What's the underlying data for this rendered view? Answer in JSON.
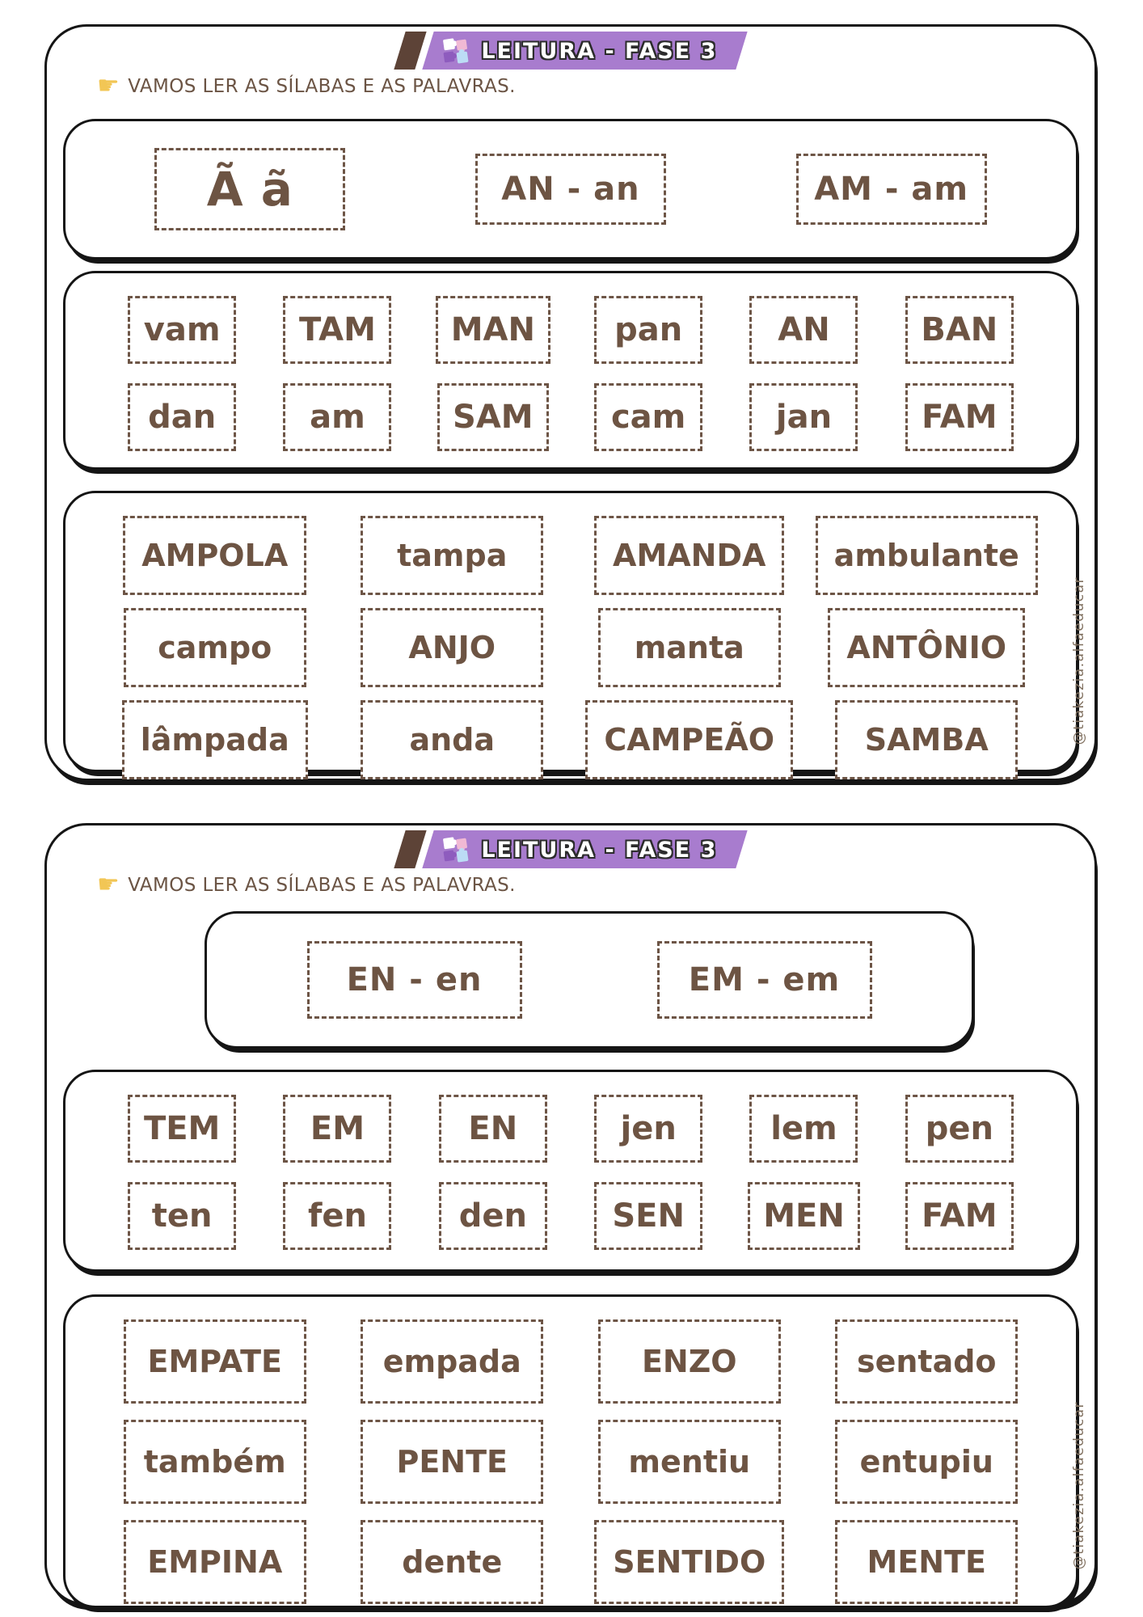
{
  "watermark": "@tiakezia.alfaeducar",
  "icons": {
    "pointing_hand_glyph": "☛"
  },
  "colors": {
    "banner_purple": "#a87cce",
    "banner_stripe_brown": "#5d4337",
    "text_brown": "#6d5443",
    "dashed_border_brown": "#6d5546",
    "outline_black": "#151515",
    "hand_yellow": "#f2c655",
    "watermark_gray": "#80705f",
    "puzzle_piece_colors": [
      "#ffffff",
      "#f1b9d4",
      "#8e5cbe",
      "#bcdcf5"
    ]
  },
  "panels": [
    {
      "banner": "LEITURA - FASE 3",
      "instruction": "VAMOS LER AS SÍLABAS E AS PALAVRAS.",
      "headers": [
        "Ã ã",
        "AN - an",
        "AM - am"
      ],
      "syllable_rows": [
        [
          "vam",
          "TAM",
          "MAN",
          "pan",
          "AN",
          "BAN"
        ],
        [
          "dan",
          "am",
          "SAM",
          "cam",
          "jan",
          "FAM"
        ]
      ],
      "word_rows": [
        [
          "AMPOLA",
          "tampa",
          "AMANDA",
          "ambulante"
        ],
        [
          "campo",
          "ANJO",
          "manta",
          "ANTÔNIO"
        ],
        [
          "lâmpada",
          "anda",
          "CAMPEÃO",
          "SAMBA"
        ]
      ]
    },
    {
      "banner": "LEITURA - FASE 3",
      "instruction": "VAMOS LER AS SÍLABAS E AS PALAVRAS.",
      "headers": [
        "EN - en",
        "EM - em"
      ],
      "syllable_rows": [
        [
          "TEM",
          "EM",
          "EN",
          "jen",
          "lem",
          "pen"
        ],
        [
          "ten",
          "fen",
          "den",
          "SEN",
          "MEN",
          "FAM"
        ]
      ],
      "word_rows": [
        [
          "EMPATE",
          "empada",
          "ENZO",
          "sentado"
        ],
        [
          "também",
          "PENTE",
          "mentiu",
          "entupiu"
        ],
        [
          "EMPINA",
          "dente",
          "SENTIDO",
          "MENTE"
        ]
      ]
    }
  ]
}
